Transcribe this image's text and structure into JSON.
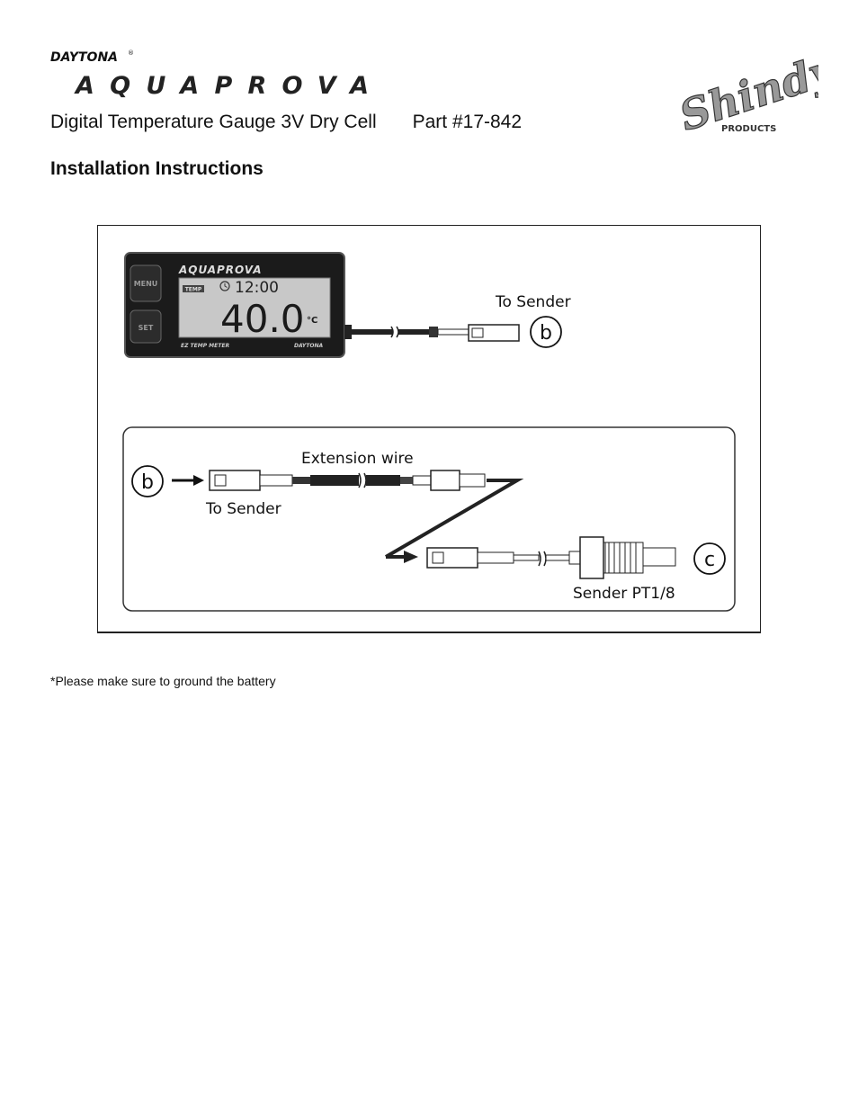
{
  "header": {
    "brand_daytona": "DAYTONA",
    "brand_registered": "®",
    "brand_product": "AQUAPROVA",
    "shindy_logo_text": "Shindy",
    "shindy_products_text": "PRODUCTS"
  },
  "title": {
    "product": "Digital Temperature Gauge 3V Dry Cell",
    "part": "Part #17-842"
  },
  "section_heading": "Installation Instructions",
  "diagram": {
    "gauge": {
      "brand": "AQUAPROVA",
      "menu_label": "MENU",
      "set_label": "SET",
      "temp_tag": "TEMP",
      "clock": "12:00",
      "reading": "40.0",
      "unit": "°C",
      "model": "EZ TEMP METER",
      "maker": "DAYTONA"
    },
    "top_label": "To Sender",
    "top_marker": "b",
    "bottom": {
      "start_marker": "b",
      "extension_label": "Extension wire",
      "to_sender_label": "To Sender",
      "end_marker": "c",
      "sender_label": "Sender PT1/8"
    }
  },
  "footnote": "*Please make sure to ground the battery"
}
